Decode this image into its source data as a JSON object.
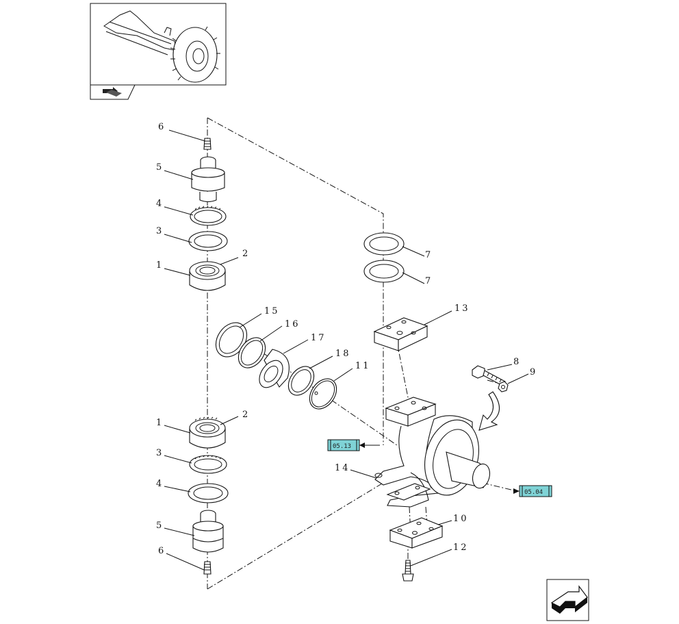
{
  "diagram": {
    "callouts": [
      {
        "id": "c6a",
        "text": "6"
      },
      {
        "id": "c5a",
        "text": "5"
      },
      {
        "id": "c4a",
        "text": "4"
      },
      {
        "id": "c3a",
        "text": "3"
      },
      {
        "id": "c1a",
        "text": "1"
      },
      {
        "id": "c2a",
        "text": "2"
      },
      {
        "id": "c7a",
        "text": "7"
      },
      {
        "id": "c7b",
        "text": "7"
      },
      {
        "id": "c13",
        "text": "13"
      },
      {
        "id": "c15",
        "text": "15"
      },
      {
        "id": "c16",
        "text": "16"
      },
      {
        "id": "c17",
        "text": "17"
      },
      {
        "id": "c18",
        "text": "18"
      },
      {
        "id": "c11",
        "text": "11"
      },
      {
        "id": "c8",
        "text": "8"
      },
      {
        "id": "c9",
        "text": "9"
      },
      {
        "id": "c1b",
        "text": "1"
      },
      {
        "id": "c2b",
        "text": "2"
      },
      {
        "id": "c3b",
        "text": "3"
      },
      {
        "id": "c4b",
        "text": "4"
      },
      {
        "id": "c5b",
        "text": "5"
      },
      {
        "id": "c6b",
        "text": "6"
      },
      {
        "id": "c14",
        "text": "14"
      },
      {
        "id": "c10",
        "text": "10"
      },
      {
        "id": "c12",
        "text": "12"
      }
    ],
    "references": [
      {
        "id": "ref-left",
        "text": "05.13",
        "color": "#7fd3d6"
      },
      {
        "id": "ref-right",
        "text": "05.04",
        "color": "#7fd3d6"
      }
    ]
  }
}
